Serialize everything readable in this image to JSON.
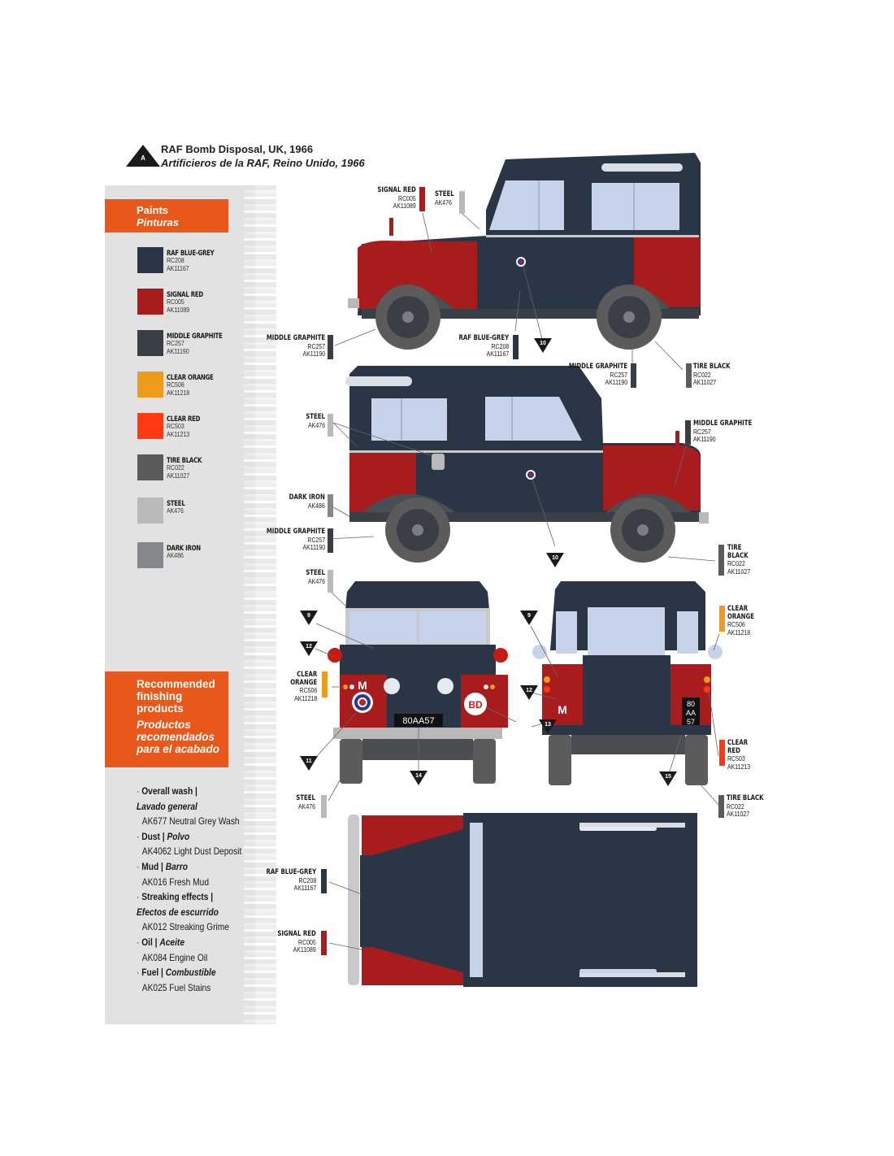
{
  "header": {
    "marker_letter": "A",
    "title_en": "RAF Bomb Disposal, UK, 1966",
    "title_es": "Artificieros de la RAF, Reino Unido, 1966"
  },
  "paints": {
    "heading_en": "Paints",
    "heading_es": "Pinturas",
    "items": [
      {
        "name": "RAF BLUE-GREY",
        "codes": [
          "RC208",
          "AK11167"
        ],
        "color": "#2a3645"
      },
      {
        "name": "SIGNAL RED",
        "codes": [
          "RC005",
          "AK11089"
        ],
        "color": "#a81c1e"
      },
      {
        "name": "MIDDLE GRAPHITE",
        "codes": [
          "RC257",
          "AK11190"
        ],
        "color": "#3a3f47"
      },
      {
        "name": "CLEAR ORANGE",
        "codes": [
          "RC506",
          "AK11218"
        ],
        "color": "#ee9a1b"
      },
      {
        "name": "CLEAR RED",
        "codes": [
          "RC503",
          "AK11213"
        ],
        "color": "#ff3a12"
      },
      {
        "name": "TIRE BLACK",
        "codes": [
          "RC022",
          "AK11027"
        ],
        "color": "#5b5b5b"
      },
      {
        "name": "STEEL",
        "codes": [
          "AK476"
        ],
        "color": "#b9b9b9"
      },
      {
        "name": "DARK IRON",
        "codes": [
          "AK486"
        ],
        "color": "#84878c"
      }
    ]
  },
  "finishing": {
    "heading_en": [
      "Recommended",
      "finishing",
      "products"
    ],
    "heading_es": [
      "Productos",
      "recomendados",
      "para el acabado"
    ],
    "items": [
      {
        "label_en": "Overall wash |",
        "label_es": "Lavado general",
        "product": "AK677 Neutral Grey Wash",
        "es_newline": true
      },
      {
        "label_en": "Dust |",
        "label_es": "Polvo",
        "product": "AK4062 Light Dust Deposit"
      },
      {
        "label_en": "Mud |",
        "label_es": "Barro",
        "product": "AK016 Fresh Mud"
      },
      {
        "label_en": "Streaking effects |",
        "label_es": "Efectos de escurrido",
        "product": "AK012 Streaking Grime",
        "es_newline": true
      },
      {
        "label_en": "Oil |",
        "label_es": "Aceite",
        "product": "AK084 Engine Oil"
      },
      {
        "label_en": "Fuel |",
        "label_es": "Combustible",
        "product": "AK025 Fuel Stains"
      }
    ]
  },
  "callouts": {
    "side1_signal_red": {
      "name": "SIGNAL RED",
      "codes": [
        "RC005",
        "AK11089"
      ]
    },
    "side1_steel": {
      "name": "STEEL",
      "codes": [
        "AK476"
      ]
    },
    "side1_middle_graphite": {
      "name": "MIDDLE GRAPHITE",
      "codes": [
        "RC257",
        "AK11190"
      ]
    },
    "side1_raf_blue_grey": {
      "name": "RAF BLUE-GREY",
      "codes": [
        "RC208",
        "AK11167"
      ]
    },
    "side1_middle_graphite_2": {
      "name": "MIDDLE GRAPHITE",
      "codes": [
        "RC257",
        "AK11190"
      ]
    },
    "side1_tire_black": {
      "name": "TIRE BLACK",
      "codes": [
        "RC022",
        "AK11027"
      ]
    },
    "side2_steel": {
      "name": "STEEL",
      "codes": [
        "AK476"
      ]
    },
    "side2_middle_graphite": {
      "name": "MIDDLE GRAPHITE",
      "codes": [
        "RC257",
        "AK11190"
      ]
    },
    "side2_dark_iron": {
      "name": "DARK IRON",
      "codes": [
        "AK486"
      ]
    },
    "side2_middle_graphite_2": {
      "name": "MIDDLE GRAPHITE",
      "codes": [
        "RC257",
        "AK11190"
      ]
    },
    "side2_tire_black": {
      "name": [
        "TIRE",
        "BLACK"
      ],
      "codes": [
        "RC022",
        "AK11027"
      ]
    },
    "front_steel": {
      "name": "STEEL",
      "codes": [
        "AK476"
      ]
    },
    "front_clear_orange": {
      "name": [
        "CLEAR",
        "ORANGE"
      ],
      "codes": [
        "RC506",
        "AK11218"
      ]
    },
    "front_steel_2": {
      "name": "STEEL",
      "codes": [
        "AK476"
      ]
    },
    "rear_clear_orange": {
      "name": [
        "CLEAR",
        "ORANGE"
      ],
      "codes": [
        "RC506",
        "AK11218"
      ]
    },
    "rear_clear_red": {
      "name": [
        "CLEAR",
        "RED"
      ],
      "codes": [
        "RC503",
        "AK11213"
      ]
    },
    "rear_tire_black": {
      "name": "TIRE BLACK",
      "codes": [
        "RC022",
        "AK11027"
      ]
    },
    "top_raf_blue_grey": {
      "name": "RAF BLUE-GREY",
      "codes": [
        "RC208",
        "AK11167"
      ]
    },
    "top_signal_red": {
      "name": "SIGNAL RED",
      "codes": [
        "RC005",
        "AK11089"
      ]
    }
  },
  "decal_markers": [
    "10",
    "10",
    "9",
    "12",
    "11",
    "14",
    "9",
    "12",
    "13",
    "15"
  ],
  "markings": {
    "front_plate": "80AA57",
    "rear_plate": [
      "80",
      "AA",
      "57"
    ],
    "letter_m": "M",
    "bd_roundel": "BD"
  },
  "colors": {
    "accent_orange": "#e8581a",
    "sidebar_grey": "#e2e2e2",
    "body_blue_grey": "#2a3645",
    "signal_red": "#a81c1e",
    "glass": "#c7d3ea",
    "tire": "#5b5b5b"
  }
}
